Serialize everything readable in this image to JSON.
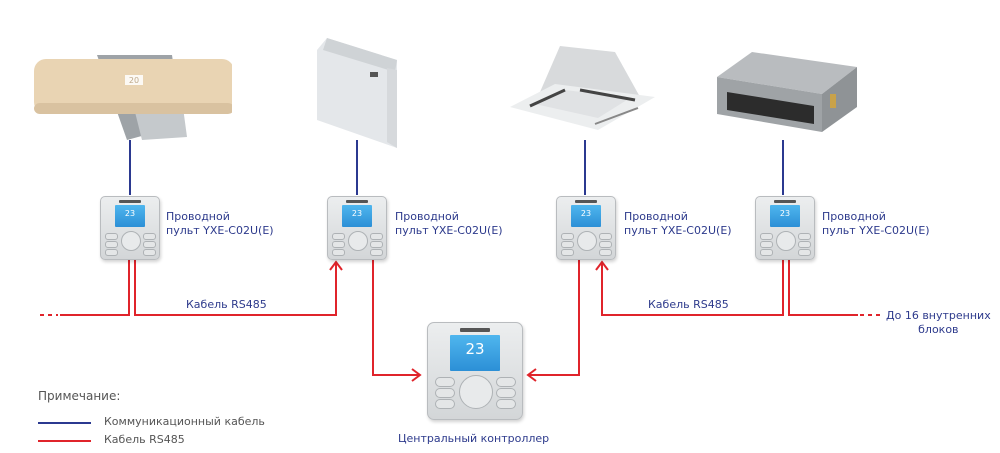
{
  "indoor_units": [
    {
      "name": "wall-mounted-unit",
      "display": "20"
    },
    {
      "name": "floor-ceiling-unit"
    },
    {
      "name": "cassette-unit"
    },
    {
      "name": "ducted-unit"
    }
  ],
  "wired_remotes": [
    {
      "label_line1": "Проводной",
      "label_line2": "пульт YXE-C02U(E)",
      "screen": "23"
    },
    {
      "label_line1": "Проводной",
      "label_line2": "пульт YXE-C02U(E)",
      "screen": "23"
    },
    {
      "label_line1": "Проводной",
      "label_line2": "пульт YXE-C02U(E)",
      "screen": "23"
    },
    {
      "label_line1": "Проводной",
      "label_line2": "пульт YXE-C02U(E)",
      "screen": "23"
    }
  ],
  "central_controller": {
    "label": "Центральный контроллер",
    "screen": "23"
  },
  "cable_labels": {
    "left": "Кабель RS485",
    "right": "Кабель RS485"
  },
  "extension_note": {
    "line1": "До 16 внутренних",
    "line2": "блоков"
  },
  "legend": {
    "title": "Примечание:",
    "items": [
      {
        "label": "Коммуникационный кабель",
        "color": "#2b3990"
      },
      {
        "label": "Кабель RS485",
        "color": "#e0242b"
      }
    ]
  },
  "colors": {
    "comm_cable": "#2b3990",
    "rs485_cable": "#e0242b",
    "label_text": "#2d3a8c"
  }
}
